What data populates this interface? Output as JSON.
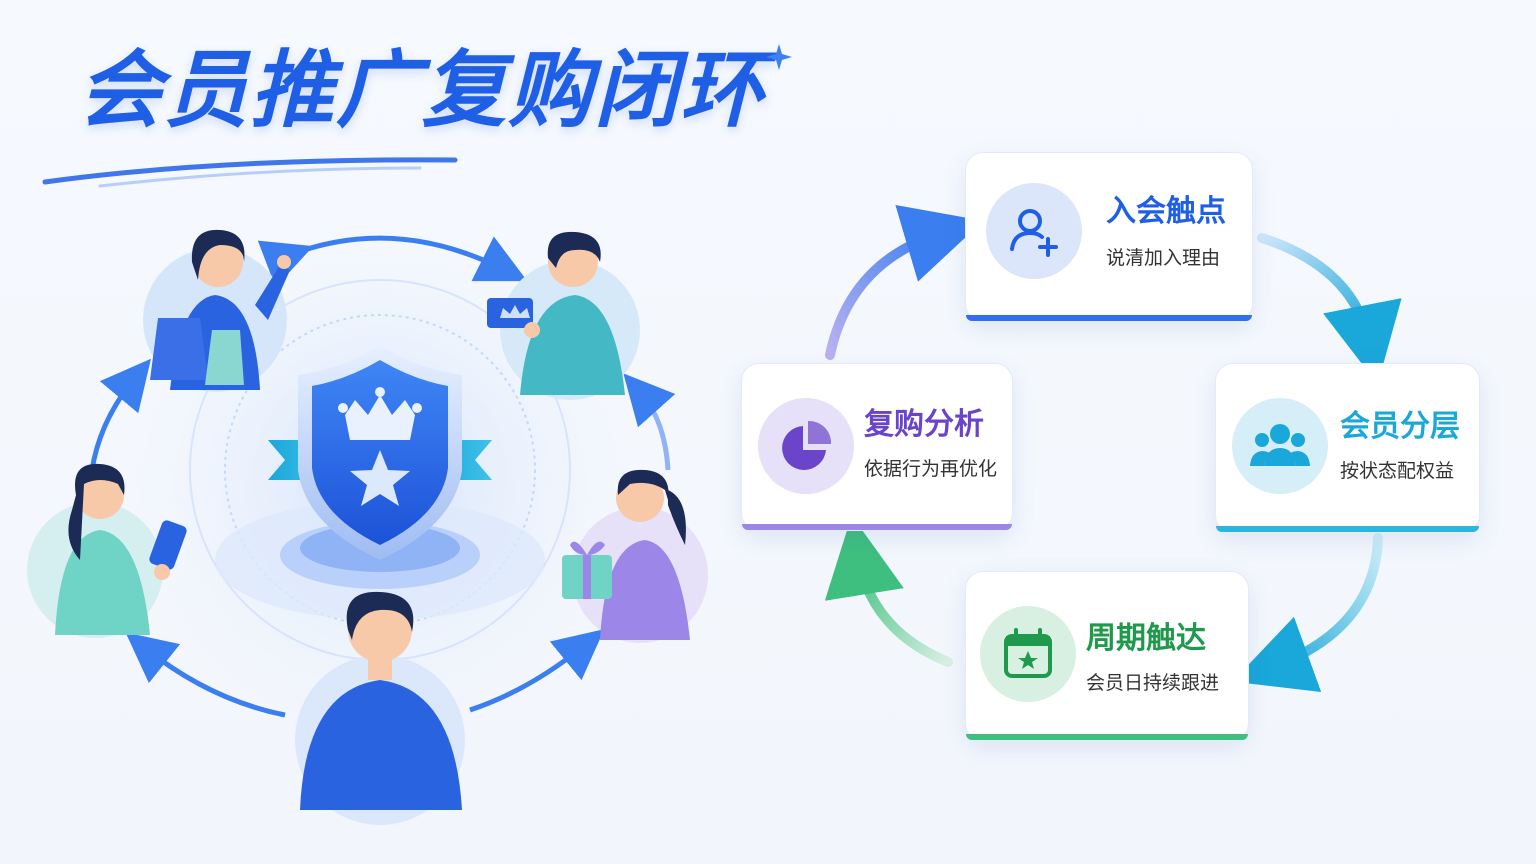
{
  "title": "会员推广复购闭环",
  "colors": {
    "primary": "#1f5fe6",
    "join": "#1f5fe6",
    "segment": "#1aa7d9",
    "reach": "#1f9a4c",
    "analysis": "#6a45c9"
  },
  "steps": [
    {
      "label": "入会触点",
      "desc": "说清加入理由",
      "icon": "user-plus-icon"
    },
    {
      "label": "会员分层",
      "desc": "按状态配权益",
      "icon": "users-icon"
    },
    {
      "label": "周期触达",
      "desc": "会员日持续跟进",
      "icon": "calendar-star-icon"
    },
    {
      "label": "复购分析",
      "desc": "依据行为再优化",
      "icon": "pie-chart-icon"
    }
  ],
  "center_badge": {
    "icon": "shield-crown-star-icon"
  },
  "people": [
    {
      "icon": "shopper-with-bags-icon"
    },
    {
      "icon": "man-with-member-card-icon"
    },
    {
      "icon": "woman-with-gift-icon"
    },
    {
      "icon": "man-center-icon"
    },
    {
      "icon": "woman-with-phone-icon"
    }
  ]
}
